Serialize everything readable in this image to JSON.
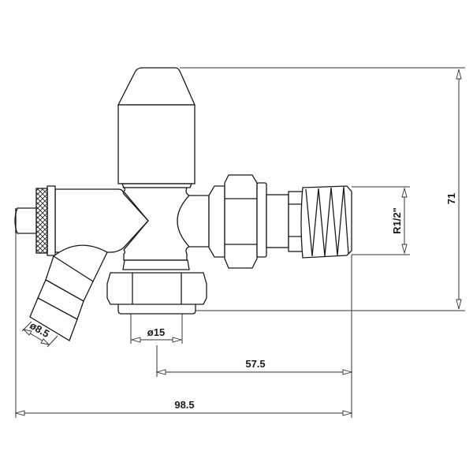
{
  "drawing": {
    "subject": "Angled radiator valve with drain-off",
    "dimensions": {
      "height_total": "71",
      "thread_size": "R1/2\"",
      "pipe_diameter": "ø15",
      "drain_diameter": "ø8.5",
      "center_to_thread_end": "57.5",
      "overall_width": "98.5"
    },
    "colors": {
      "line": "#1a1a1a",
      "background": "#ffffff"
    }
  }
}
